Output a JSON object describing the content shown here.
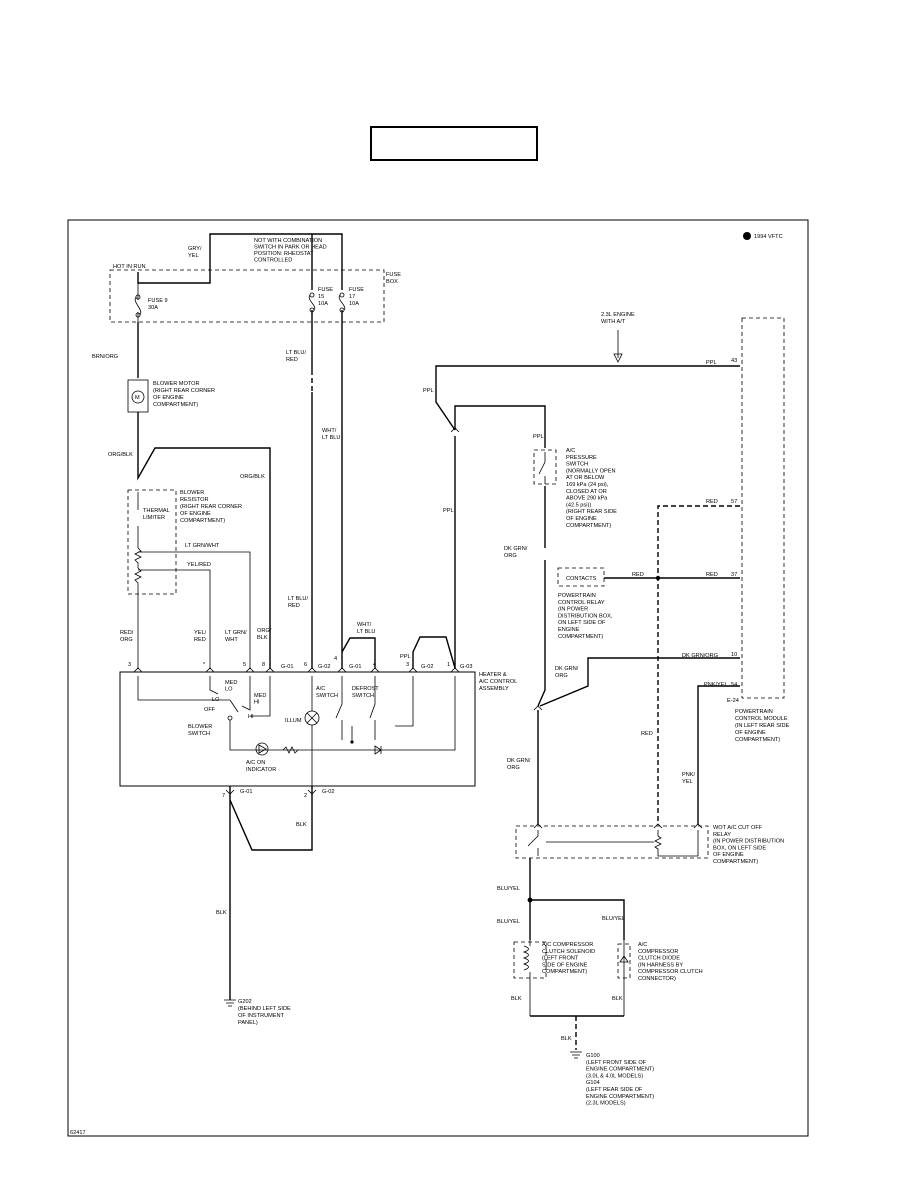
{
  "labels": {
    "ref_code": "1994 VFTC",
    "hot_in_run": "HOT IN RUN",
    "fuse_box": [
      "FUSE",
      "BOX"
    ],
    "not_with_combination": [
      "NOT WITH COMBINATION",
      "SWITCH IN PARK OR HEAD",
      "POSITION: RHEOSTAT",
      "CONTROLLED"
    ],
    "wire_gry_yel": [
      "GRY/",
      "YEL"
    ],
    "fuse9": [
      "FUSE 9",
      "30A"
    ],
    "fuse15": [
      "FUSE",
      "15",
      "10A"
    ],
    "fuse17": [
      "FUSE",
      "17",
      "10A"
    ],
    "wire_brn_org": "BRN/ORG",
    "blower_motor": [
      "BLOWER MOTOR",
      "(RIGHT REAR CORNER",
      "OF ENGINE",
      "COMPARTMENT)"
    ],
    "motor_symbol": "M",
    "wire_lt_blu_red_top": [
      "LT BLU/",
      "RED"
    ],
    "wire_wht_lt_blu": [
      "WHT/",
      "LT BLU"
    ],
    "wire_org_blk_left": "ORG/BLK",
    "wire_org_blk_mid": "ORG/BLK",
    "blower_resistor": [
      "BLOWER",
      "RESISTOR",
      "(RIGHT REAR CORNER",
      "OF ENGINE",
      "COMPARTMENT)"
    ],
    "thermal_limiter": [
      "THERMAL",
      "LIMITER"
    ],
    "wire_lt_grn_wht": "LT GRN/WHT",
    "wire_yel_red": "YEL/RED",
    "wire_red_org": [
      "RED/",
      "ORG"
    ],
    "wire_yel_red_b": [
      "YEL/",
      "RED"
    ],
    "wire_lt_grn_wht_b": [
      "LT GRN/",
      "WHT"
    ],
    "wire_org_blk_b": [
      "ORG/",
      "BLK"
    ],
    "wire_lt_blu_red_b": [
      "LT BLU/",
      "RED"
    ],
    "wire_wht_lt_blu_b": [
      "WHT/",
      "LT BLU"
    ],
    "engine_note": [
      "2.3L ENGINE",
      "WITH A/T"
    ],
    "wire_ppl_1": "PPL",
    "wire_ppl_2": "PPL",
    "wire_ppl_3": "PPL",
    "wire_ppl_4": "PPL",
    "wire_ppl_5": "PPL",
    "pin_43": "43",
    "pin_57": "57",
    "pin_37": "37",
    "pin_10": "10",
    "pin_54": "54",
    "wire_red_57": "RED",
    "wire_red_37": "RED",
    "wire_red_relay": "RED",
    "wire_red_mid": "RED",
    "ac_pressure_switch": [
      "A/C",
      "PRESSURE",
      "SWITCH",
      "(NORMALLY OPEN",
      "AT OR BELOW",
      "169 kPa (24 psi),",
      "CLOSED AT OR",
      "ABOVE 290 kPa",
      "(42.5 psi))",
      "(RIGHT REAR SIDE",
      "OF ENGINE",
      "COMPARTMENT)"
    ],
    "wire_dk_grn_org_1": [
      "DK GRN/",
      "ORG"
    ],
    "wire_dk_grn_org_2": [
      "DK GRN/",
      "ORG"
    ],
    "wire_dk_grn_org_3": "DK GRN/ORG",
    "wire_dk_grn_org_4": [
      "DK GRN/",
      "ORG"
    ],
    "contacts": "CONTACTS",
    "powertrain_relay": [
      "POWERTRAIN",
      "CONTROL RELAY",
      "(IN POWER",
      "DISTRIBUTION BOX,",
      "ON LEFT SIDE OF",
      "ENGINE",
      "COMPARTMENT)"
    ],
    "wire_pnk_yel": "PNK/YEL",
    "wire_pnk_yel_b": [
      "PNK/",
      "YEL"
    ],
    "connector_e24": "E-24",
    "pcm": [
      "POWERTRAIN",
      "CONTROL MODULE",
      "(IN LEFT REAR SIDE",
      "OF ENGINE",
      "COMPARTMENT)"
    ],
    "heater_assembly": [
      "HEATER &",
      "A/C CONTROL",
      "ASSEMBLY"
    ],
    "conn_g01": "G-01",
    "conn_g02": "G-02",
    "conn_g01b": "G-01",
    "conn_g02b": "G-02",
    "conn_g03": "G-03",
    "conn_g01c": "G-01",
    "conn_g02c": "G-02",
    "wire_ppl_conn": "PPL",
    "pin_3a": "3",
    "pin_6": "6",
    "pin_5": "5",
    "pin_8": "8",
    "pin_star": "*",
    "pin_4": "4",
    "pin_4b": "4",
    "pin_3b": "3",
    "pin_1": "1",
    "pin_7": "7",
    "pin_2": "2",
    "med_lo": [
      "MED",
      "LO"
    ],
    "lo": "LO",
    "med_hi": [
      "MED",
      "HI"
    ],
    "off": "OFF",
    "hi": "HI",
    "blower_switch": [
      "BLOWER",
      "SWITCH"
    ],
    "illum": "ILLUM",
    "ac_switch": [
      "A/C",
      "SWITCH"
    ],
    "defrost_switch": [
      "DEFROST",
      "SWITCH"
    ],
    "ac_on_indicator": [
      "A/C ON",
      "INDICATOR"
    ],
    "wire_blk_1": "BLK",
    "wire_blk_2": "BLK",
    "wot_relay": [
      "WOT A/C CUT OFF",
      "RELAY",
      "(IN POWER DISTRIBUTION",
      "BOX, ON LEFT SIDE",
      "OF ENGINE",
      "COMPARTMENT)"
    ],
    "wire_blu_yel_1": "BLU/YEL",
    "wire_blu_yel_2": "BLU/YEL",
    "wire_blu_yel_3": "BLU/YEL",
    "clutch_solenoid": [
      "A/C COMPRESSOR",
      "CLUTCH SOLENOID",
      "(LEFT FRONT",
      "SIDE OF ENGINE",
      "COMPARTMENT)"
    ],
    "clutch_diode": [
      "A/C",
      "COMPRESSOR",
      "CLUTCH DIODE",
      "(IN HARNESS BY",
      "COMPRESSOR CLUTCH",
      "CONNECTOR)"
    ],
    "wire_blk_3": "BLK",
    "wire_blk_4": "BLK",
    "wire_blk_5": "BLK",
    "ground_g202": [
      "G202",
      "(BEHIND LEFT SIDE",
      "OF INSTRUMENT",
      "PANEL)"
    ],
    "ground_g100": [
      "G100",
      "(LEFT FRONT SIDE OF",
      "ENGINE COMPARTMENT)",
      "(3.0L & 4.0L MODELS)",
      "G104",
      "(LEFT REAR SIDE OF",
      "ENGINE COMPARTMENT)",
      "(2.3L MODELS)"
    ],
    "figure_number": "62417"
  }
}
